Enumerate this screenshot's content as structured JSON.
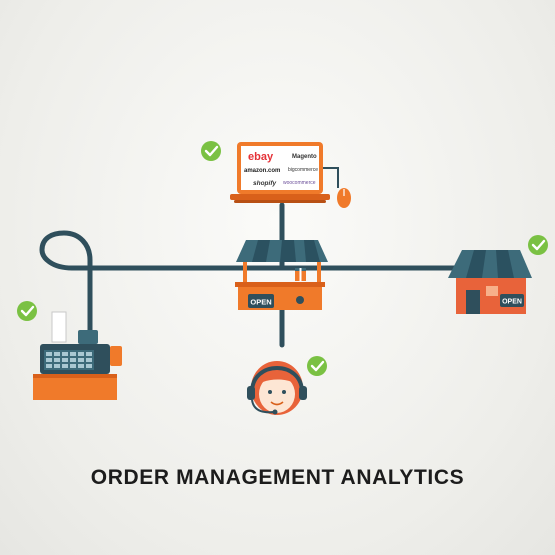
{
  "caption": "ORDER MANAGEMENT ANALYTICS",
  "laptop": {
    "logos": [
      "ebay",
      "Magento",
      "amazon.com",
      "bigcommerce",
      "shopify",
      "woocommerce"
    ]
  },
  "kiosk": {
    "sign": "OPEN"
  },
  "store": {
    "sign": "OPEN"
  },
  "colors": {
    "pipe": "#2f4f5c",
    "orange": "#f07a2a",
    "orange_dark": "#d9601a",
    "check": "#7ac143",
    "awning_teal": "#3d6b7a",
    "store_body": "#e8633a"
  }
}
